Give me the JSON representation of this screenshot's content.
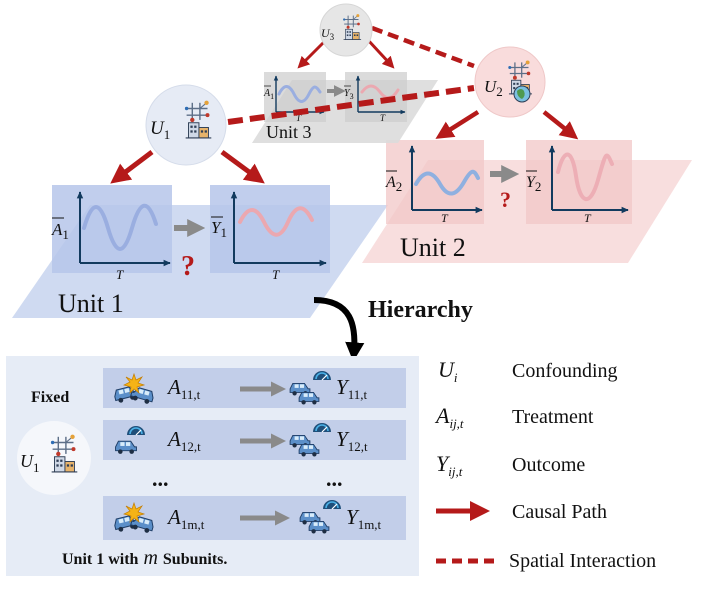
{
  "units": [
    {
      "label": "Unit 1",
      "node_var": "U",
      "node_sub": "1",
      "treat_var": "A",
      "treat_sub": "1",
      "outcome_var": "Y",
      "outcome_sub": "1",
      "axis": "T",
      "question": "?"
    },
    {
      "label": "Unit 2",
      "node_var": "U",
      "node_sub": "2",
      "treat_var": "A",
      "treat_sub": "2",
      "outcome_var": "Y",
      "outcome_sub": "2",
      "axis": "T",
      "question": "?"
    },
    {
      "label": "Unit 3",
      "node_var": "U",
      "node_sub": "3",
      "treat_var": "A",
      "treat_sub": "1",
      "outcome_var": "Y",
      "outcome_sub": "3",
      "axis": "T"
    }
  ],
  "hierarchy_label": "Hierarchy",
  "subunit_panel": {
    "fixed_label": "Fixed",
    "node_var": "U",
    "node_sub": "1",
    "rows": [
      {
        "treat_var": "A",
        "treat_sub": "11,t",
        "outcome_var": "Y",
        "outcome_sub": "11,t"
      },
      {
        "treat_var": "A",
        "treat_sub": "12,t",
        "outcome_var": "Y",
        "outcome_sub": "12,t"
      },
      {
        "treat_var": "A",
        "treat_sub": "1m,t",
        "outcome_var": "Y",
        "outcome_sub": "1m,t"
      }
    ],
    "ellipsis": "...",
    "caption_before": "Unit 1 with",
    "caption_var": "m",
    "caption_after": "Subunits."
  },
  "legend": [
    {
      "symbol_var": "U",
      "symbol_sub": "i",
      "label": "Confounding"
    },
    {
      "symbol_var": "A",
      "symbol_sub": "ij,t",
      "label": "Treatment"
    },
    {
      "symbol_var": "Y",
      "symbol_sub": "ij,t",
      "label": "Outcome"
    },
    {
      "symbol": "solid-arrow",
      "label": "Causal Path"
    },
    {
      "symbol": "dashed-line",
      "label": "Spatial Interaction"
    }
  ],
  "colors": {
    "causal": "#b51a1a",
    "spatial": "#b51a1a",
    "unit1_plane": "#c7d4ef",
    "unit2_plane": "#f6d6d6",
    "unit3_plane": "#dcdcdc",
    "subunit_bg": "#e6ecf6",
    "subunit_row": "#c2cee9",
    "treat_wave": "#9aaee0",
    "outcome_wave": "#eba8b0"
  }
}
